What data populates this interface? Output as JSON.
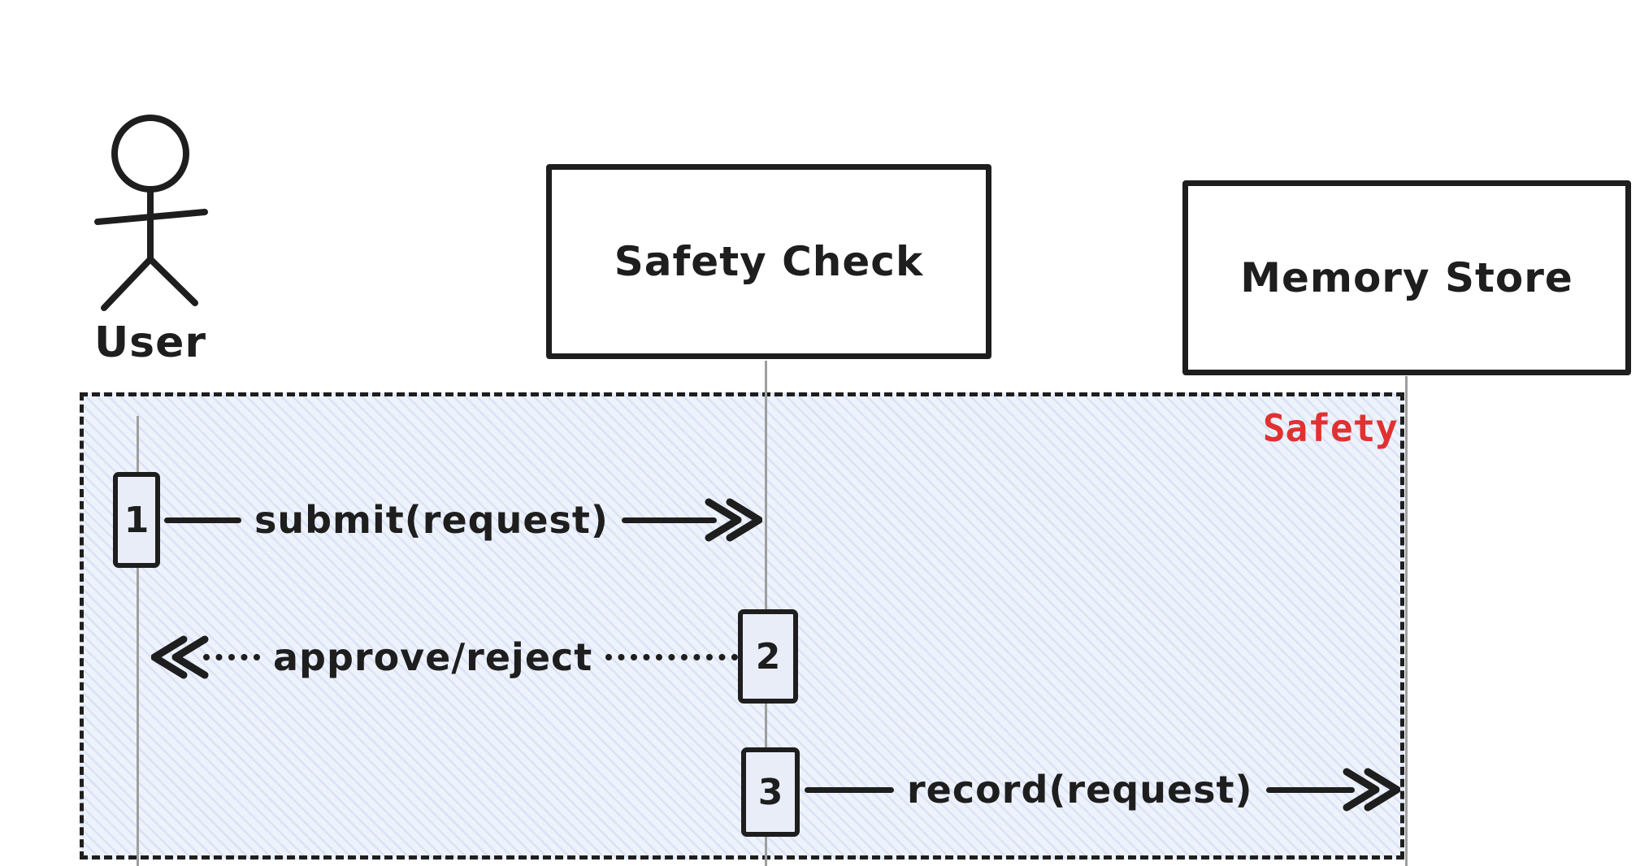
{
  "diagram": {
    "type": "sequence-diagram",
    "actor": {
      "label": "User",
      "icon": "stick-figure-icon"
    },
    "participants": [
      {
        "id": "safety-check",
        "label": "Safety Check"
      },
      {
        "id": "memory-store",
        "label": "Memory Store"
      }
    ],
    "frame": {
      "label": "Safety",
      "style": "dashed-hatched"
    },
    "messages": [
      {
        "seq": "1",
        "label": "submit(request)",
        "from": "user",
        "to": "safety-check",
        "style": "solid",
        "direction": "right"
      },
      {
        "seq": "2",
        "label": "approve/reject",
        "from": "safety-check",
        "to": "user",
        "style": "dotted-return",
        "direction": "left"
      },
      {
        "seq": "3",
        "label": "record(request)",
        "from": "safety-check",
        "to": "memory-store",
        "style": "solid",
        "direction": "right"
      }
    ],
    "icons": {
      "arrow_right": "double-chevron-right-icon",
      "arrow_left": "double-chevron-left-icon"
    },
    "colors": {
      "ink": "#1e1e1e",
      "frame_label": "#e03131",
      "lifeline": "#9e9e9e",
      "activation_fill": "#e9edf8",
      "hatch_tint": "#eef2fb"
    }
  }
}
